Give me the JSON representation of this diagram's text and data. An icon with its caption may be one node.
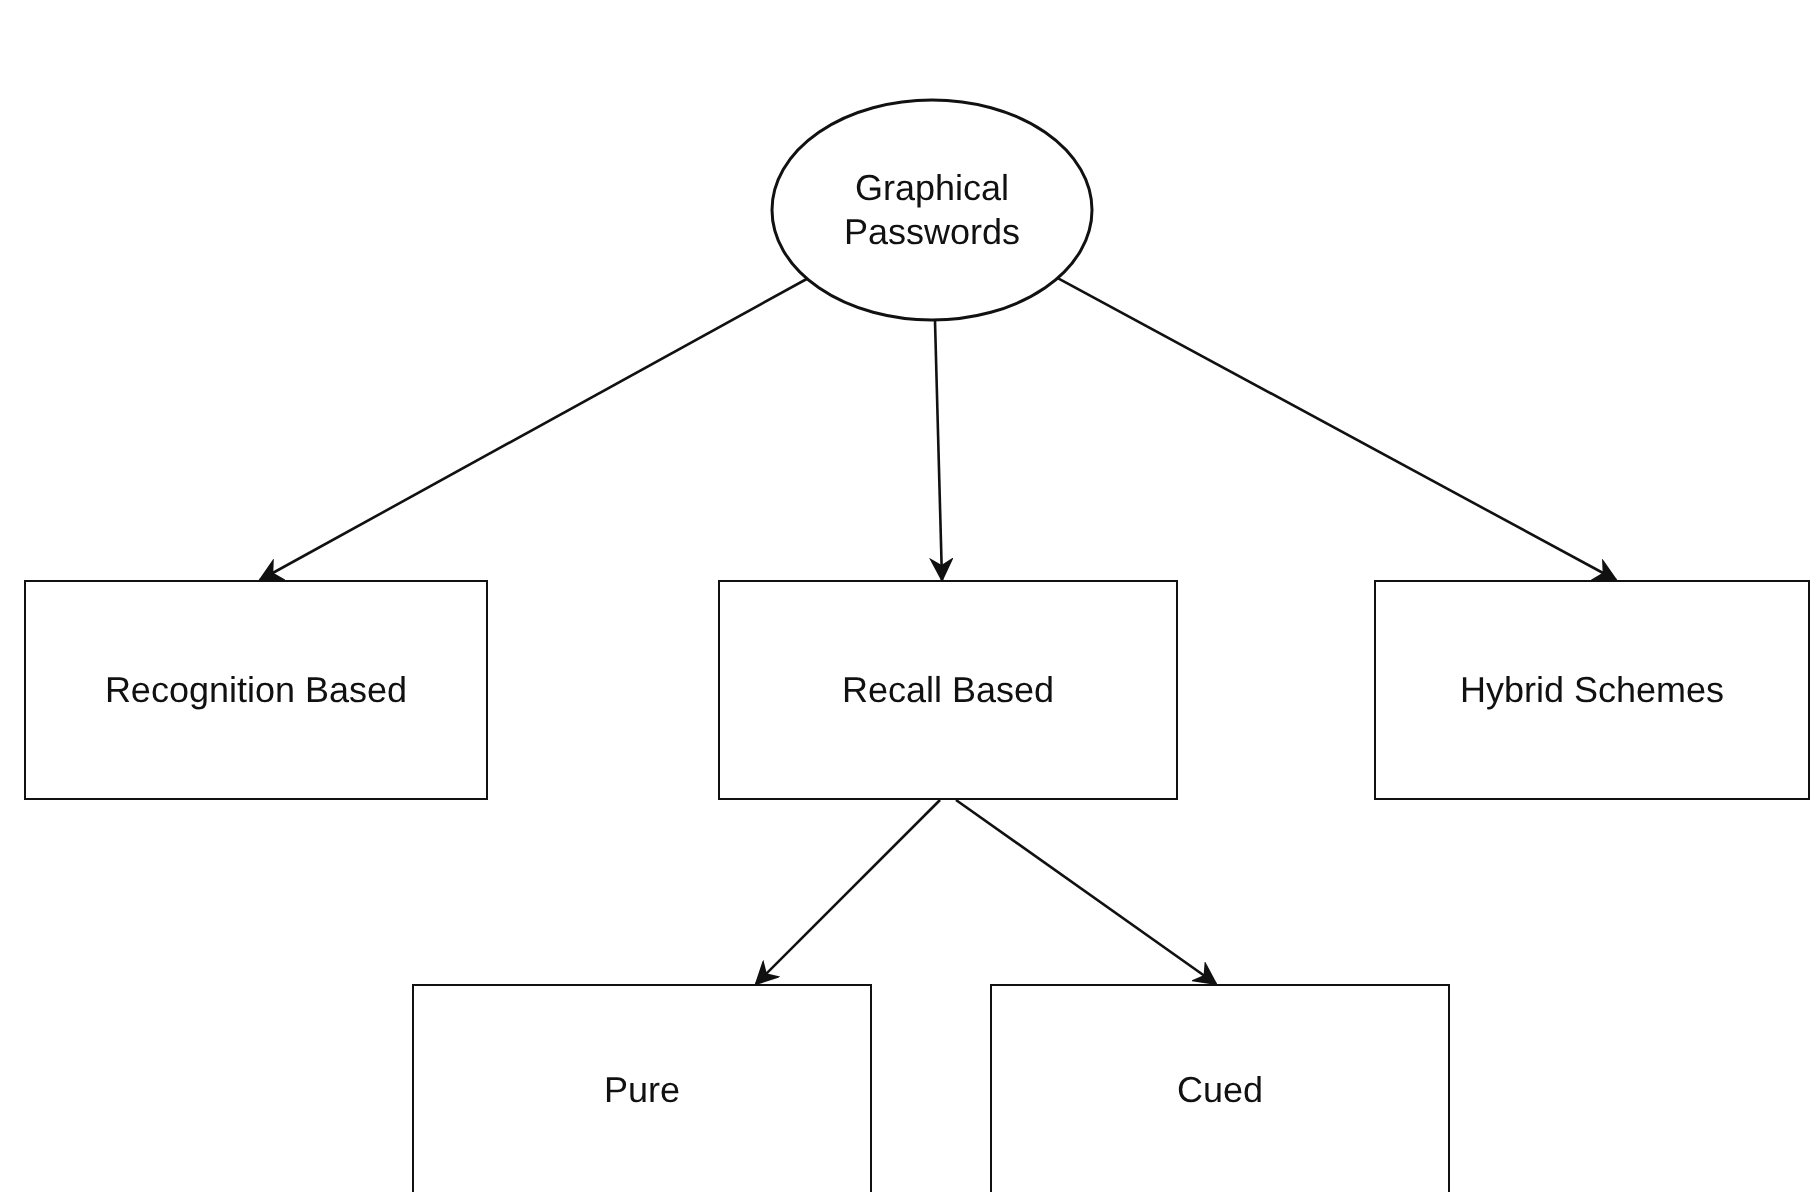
{
  "diagram": {
    "nodes": [
      {
        "text": [
          "Graphical Passwords"
        ]
      },
      {
        "text": [
          "Recognition Based"
        ]
      },
      {
        "text": [
          "Recall Based"
        ]
      },
      {
        "text": [
          "Hybrid Schemes"
        ]
      },
      {
        "text": [
          "Pure"
        ]
      },
      {
        "text": [
          "Cued"
        ]
      }
    ],
    "edges": [
      {
        "from": 0,
        "to": 1,
        "arrow": "to"
      },
      {
        "from": 0,
        "to": 2,
        "arrow": "to"
      },
      {
        "from": 0,
        "to": 3,
        "arrow": "to"
      },
      {
        "from": 2,
        "to": 4,
        "arrow": "to"
      },
      {
        "from": 2,
        "to": 5,
        "arrow": "to"
      }
    ]
  }
}
